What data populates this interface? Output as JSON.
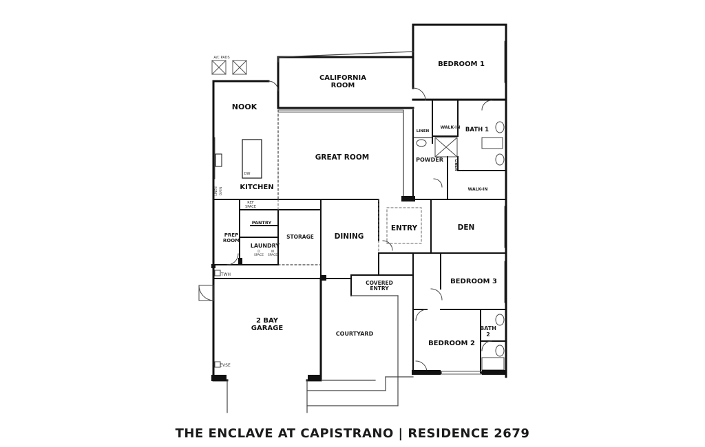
{
  "rooms": {
    "bedroom_1": "BEDROOM 1",
    "california_room_1": "CALIFORNIA",
    "california_room_2": "ROOM",
    "nook": "NOOK",
    "great_room": "GREAT ROOM",
    "kitchen": "KITCHEN",
    "walk_in_1": "WALK-IN",
    "bath_1": "BATH 1",
    "linen_1": "LINEN",
    "powder": "POWDER",
    "linen_2": "LINEN",
    "walk_in_2": "WALK-IN",
    "pantry": "PANTRY",
    "prep_room_1": "PREP",
    "prep_room_2": "ROOM",
    "laundry": "LAUNDRY",
    "storage": "STORAGE",
    "dining": "DINING",
    "entry": "ENTRY",
    "den": "DEN",
    "bedroom_3": "BEDROOM 3",
    "covered_entry_1": "COVERED",
    "covered_entry_2": "ENTRY",
    "garage_1": "2 BAY",
    "garage_2": "GARAGE",
    "courtyard": "COURTYARD",
    "bedroom_2": "BEDROOM 2",
    "bath_2_1": "BATH",
    "bath_2_2": "2"
  },
  "fixtures": {
    "ac_pads": "A/C PADS",
    "twh": "TWH",
    "evse": "EVSE",
    "dw": "DW",
    "ref_space_1": "REF",
    "ref_space_2": "SPACE",
    "d_space_1": "D",
    "d_space_2": "SPACE",
    "w_space_1": "W",
    "w_space_2": "SPACE",
    "linen_kitchen": "LINEN",
    "oven": "OVEN"
  },
  "caption": "THE ENCLAVE AT CAPISTRANO | RESIDENCE 2679"
}
